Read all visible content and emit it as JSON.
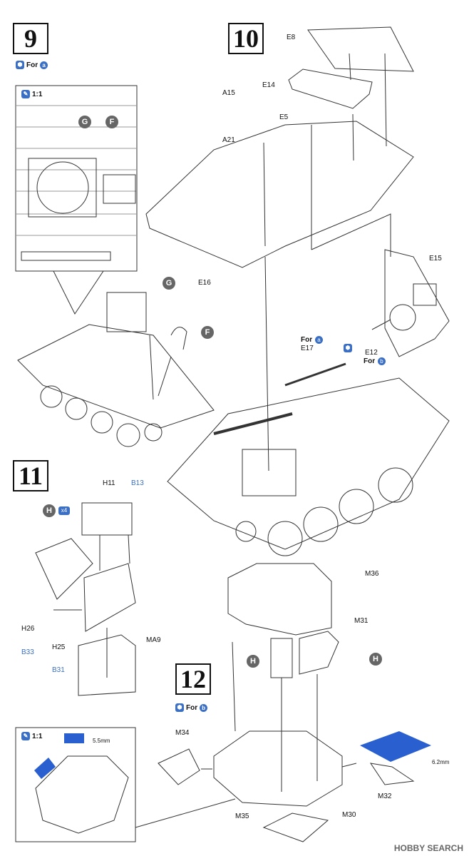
{
  "steps": {
    "s9": "9",
    "s10": "10",
    "s11": "11",
    "s12": "12"
  },
  "for_a": "For",
  "for_b": "For",
  "letter_a": "a",
  "letter_b": "b",
  "scale": "1:1",
  "scale2": "1:1",
  "callouts": {
    "G": "G",
    "F": "F",
    "H": "H",
    "x4": "x4"
  },
  "parts": {
    "E8": "E8",
    "E14": "E14",
    "A15": "A15",
    "E5": "E5",
    "A21": "A21",
    "E16": "E16",
    "E15": "E15",
    "E17": "E17",
    "E12": "E12",
    "For_a2": "For",
    "For_b2": "For",
    "H11": "H11",
    "B13": "B13",
    "H26": "H26",
    "B33": "B33",
    "H25": "H25",
    "B31": "B31",
    "MA9": "MA9",
    "M36": "M36",
    "M31": "M31",
    "M34": "M34",
    "M35": "M35",
    "M30": "M30",
    "M32": "M32"
  },
  "dims": {
    "d1": "5.5mm",
    "d2": "6.2mm"
  },
  "watermark": "HOBBY SEARCH"
}
